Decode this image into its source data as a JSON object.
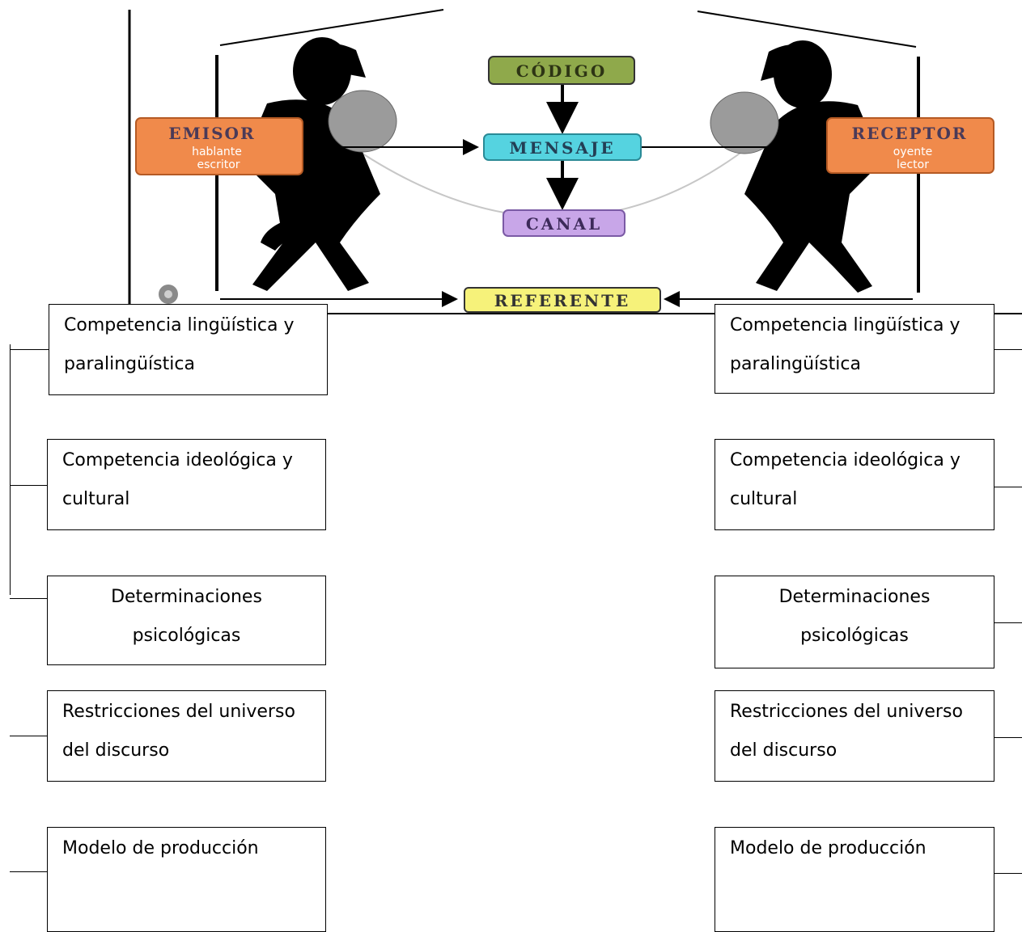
{
  "diagram": {
    "codigo": "CÓDIGO",
    "mensaje": "MENSAJE",
    "canal": "CANAL",
    "referente": "REFERENTE",
    "emisor": {
      "title": "EMISOR",
      "line1": "hablante",
      "line2": "escritor"
    },
    "receptor": {
      "title": "RECEPTOR",
      "line1": "oyente",
      "line2": "lector"
    }
  },
  "left_boxes": [
    {
      "line1": "Competencia lingüística y",
      "line2": "paralingüística"
    },
    {
      "line1": "Competencia ideológica y",
      "line2": "cultural"
    },
    {
      "line1": "Determinaciones",
      "line2": "psicológicas"
    },
    {
      "line1": "Restricciones del universo",
      "line2": "del discurso"
    },
    {
      "line1": "Modelo de producción",
      "line2": ""
    }
  ],
  "right_boxes": [
    {
      "line1": "Competencia lingüística y",
      "line2": "paralingüística"
    },
    {
      "line1": "Competencia ideológica y",
      "line2": "cultural"
    },
    {
      "line1": "Determinaciones",
      "line2": "psicológicas"
    },
    {
      "line1": "Restricciones del universo",
      "line2": "del discurso"
    },
    {
      "line1": "Modelo de producción",
      "line2": ""
    }
  ],
  "colors": {
    "codigo": "#8fa94b",
    "mensaje": "#55d3e0",
    "canal": "#c8a6e8",
    "referente": "#f6f27a",
    "persona_box": "#f08a4b",
    "silhouette": "#000000",
    "hands": "#9b9b9b"
  }
}
